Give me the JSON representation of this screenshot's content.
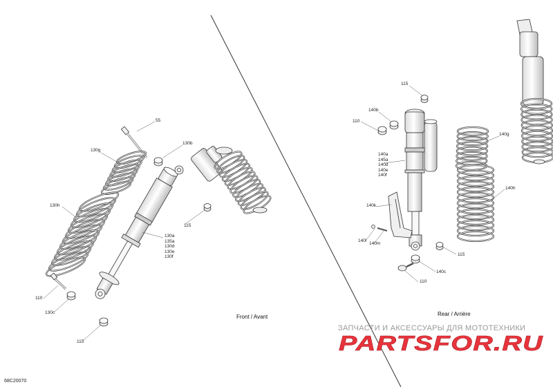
{
  "diagram": {
    "figure_code": "68C20070",
    "sections": {
      "front": "Front / Avant",
      "rear": "Rear / Arrière"
    },
    "watermark": {
      "text": "ЗАПЧАСТИ И АКСЕССУАРЫ ДЛЯ МОТОТЕХНИКИ",
      "logo": "PARTSFOR.RU"
    },
    "front_labels": {
      "p55": "55",
      "p130b": "130b",
      "p130g": "130g",
      "p130h": "130h",
      "p115a": "115",
      "p110": "110",
      "p130c": "130c",
      "p115b": "115",
      "stack": [
        "130a",
        "135a",
        "130d",
        "130e",
        "130f"
      ]
    },
    "rear_labels": {
      "p115a": "115",
      "p140b": "140b",
      "p110a": "110",
      "p140g": "140g",
      "p140h": "140h",
      "p140k": "140k",
      "p140l": "140l",
      "p140m": "140m",
      "p115b": "115",
      "p140c": "140c",
      "p110b": "110",
      "stack": [
        "140a",
        "145a",
        "140d",
        "140e",
        "140f"
      ]
    },
    "colors": {
      "line": "#333333",
      "fill": "#f4f4f4",
      "shade": "#dddddd",
      "logo_red": "#e8343c"
    }
  }
}
